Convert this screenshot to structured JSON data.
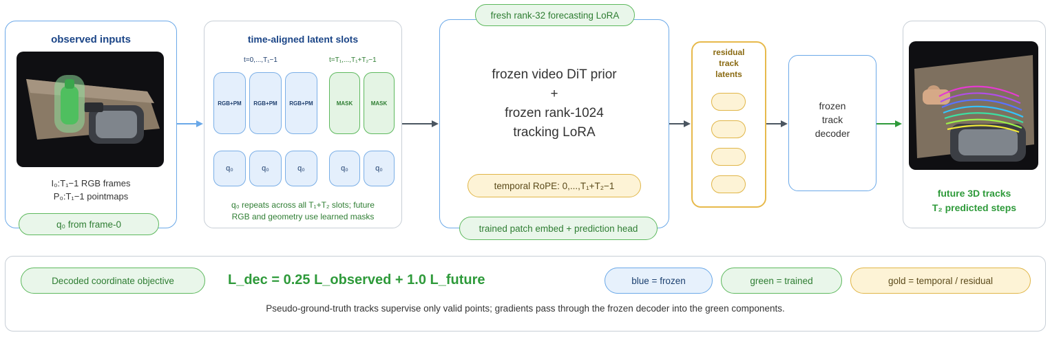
{
  "observed": {
    "title": "observed inputs",
    "rgb_line": "I₀:T₁−1  RGB frames",
    "pm_line": "P₀:T₁−1  pointmaps",
    "q0_pill": "q₀ from frame-0"
  },
  "slots": {
    "title": "time-aligned latent slots",
    "observed_range": "t=0,...,T₁−1",
    "future_range": "t=T₁,...,T₁+T₂−1",
    "rgbpm": [
      "RGB+PM",
      "RGB+PM",
      "RGB+PM"
    ],
    "mask": [
      "MASK",
      "MASK"
    ],
    "q_labels": [
      "q₀",
      "q₀",
      "q₀",
      "q₀",
      "q₀"
    ],
    "caption_line1": "q₀ repeats across all T₁+T₂ slots; future",
    "caption_line2": "RGB and geometry use learned masks"
  },
  "dit": {
    "top_pill": "fresh rank-32 forecasting LoRA",
    "line1": "frozen video DiT prior",
    "plus": "+",
    "line2": "frozen rank-1024",
    "line3": "tracking LoRA",
    "rope_pill": "temporal RoPE: 0,...,T₁+T₂−1",
    "bottom_pill": "trained patch embed + prediction head"
  },
  "residual": {
    "title1": "residual",
    "title2": "track",
    "title3": "latents"
  },
  "decoder": {
    "line1": "frozen",
    "line2": "track",
    "line3": "decoder"
  },
  "output": {
    "line1": "future 3D tracks",
    "line2": "T₂ predicted steps"
  },
  "bottom": {
    "objective_pill": "Decoded coordinate objective",
    "equation": "L_dec = 0.25 L_observed + 1.0 L_future",
    "legend_blue": "blue = frozen",
    "legend_green": "green = trained",
    "legend_gold": "gold = temporal / residual",
    "caption": "Pseudo-ground-truth tracks supervise only valid points; gradients pass through the frozen decoder into the green components."
  },
  "colors": {
    "blue_frozen": "#6aa8e8",
    "green_trained": "#5cb85c",
    "gold_temporal": "#e0b546",
    "title_blue": "#1b4587",
    "title_green": "#2e9a3a",
    "arrow_blue": "#6aa8e8",
    "arrow_gray": "#4a5560",
    "arrow_green": "#2e9a3a"
  }
}
